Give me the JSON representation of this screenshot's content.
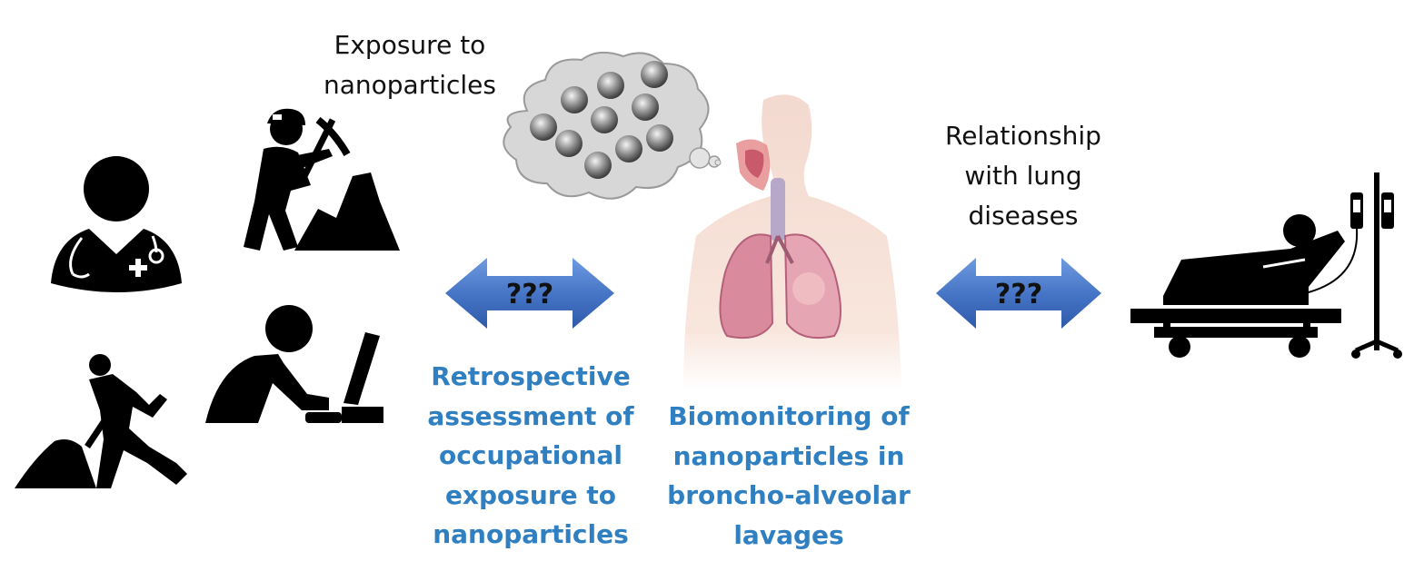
{
  "labels": {
    "exposure": [
      "Exposure to",
      "nanoparticles"
    ],
    "relationship": [
      "Relationship",
      "with lung",
      "diseases"
    ],
    "retrospective": [
      "Retrospective",
      "assessment of",
      "occupational",
      "exposure to",
      "nanoparticles"
    ],
    "biomonitoring": [
      "Biomonitoring of",
      "nanoparticles in",
      "broncho-alveolar",
      "lavages"
    ]
  },
  "arrows": {
    "left": "???",
    "right": "???"
  },
  "icons": {
    "doctor": "doctor-icon",
    "miner": "miner-pickaxe-icon",
    "digger": "worker-shovel-icon",
    "office": "computer-worker-icon",
    "patient": "patient-bed-icon",
    "nanoparticle_cloud": "nanoparticle-cloud-icon",
    "human_respiratory": "human-lungs-icon"
  },
  "colors": {
    "blue_text": "#2f7fc1",
    "arrow_fill": "#4472c4"
  }
}
